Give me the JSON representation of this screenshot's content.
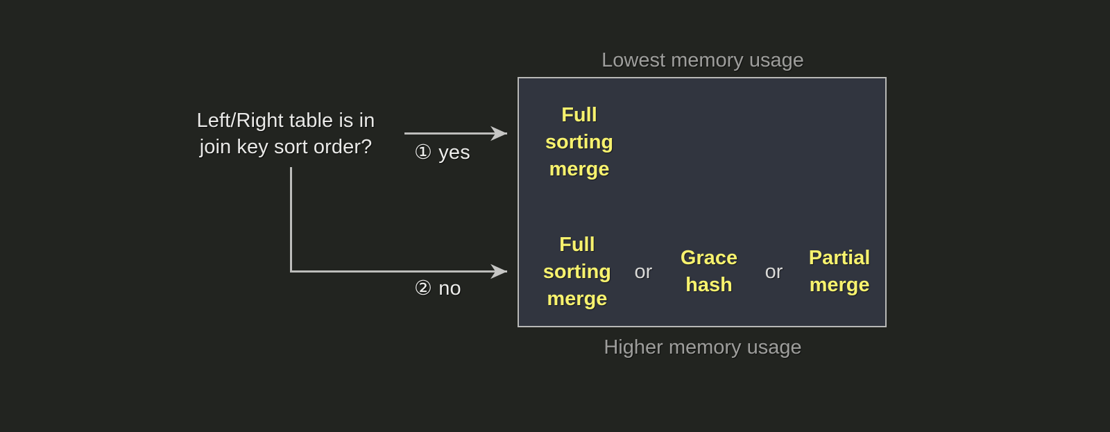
{
  "decision": {
    "question_lines": [
      "Left/Right table is in",
      "join key sort order?"
    ],
    "branches": [
      {
        "marker": "①",
        "label": "yes"
      },
      {
        "marker": "②",
        "label": "no"
      }
    ]
  },
  "captions": {
    "top": "Lowest memory usage",
    "bottom": "Higher memory usage"
  },
  "options_box": {
    "rows": [
      {
        "items": [
          {
            "type": "option",
            "text": "Full\nsorting\nmerge"
          }
        ]
      },
      {
        "items": [
          {
            "type": "option",
            "text": "Full\nsorting\nmerge"
          },
          {
            "type": "conjunction",
            "text": "or"
          },
          {
            "type": "option",
            "text": "Grace\nhash"
          },
          {
            "type": "conjunction",
            "text": "or"
          },
          {
            "type": "option",
            "text": "Partial\nmerge"
          }
        ]
      }
    ]
  },
  "colors": {
    "background": "#222420",
    "box_fill": "#31353F",
    "box_border": "#B9B9B7",
    "option_text": "#F7F26E",
    "muted_text": "#9E9E9C",
    "primary_text": "#E9E9E7",
    "connector": "#BDBDBB"
  }
}
